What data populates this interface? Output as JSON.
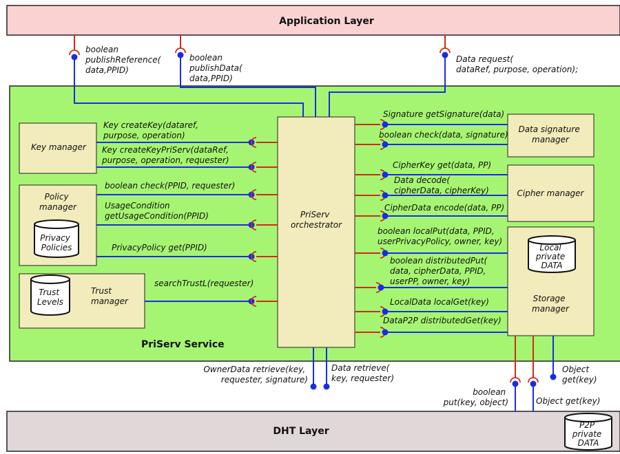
{
  "layers": {
    "application": "Application Layer",
    "dht": "DHT Layer",
    "service": "PriServ  Service"
  },
  "components": {
    "orchestrator": [
      "PriServ",
      "orchestrator"
    ],
    "key_manager": "Key manager",
    "policy_manager": [
      "Policy",
      "manager"
    ],
    "privacy_policies": [
      "Privacy",
      "Policies"
    ],
    "trust_manager": [
      "Trust",
      "manager"
    ],
    "trust_levels": [
      "Trust",
      "Levels"
    ],
    "data_signature_manager": [
      "Data signature",
      "manager"
    ],
    "cipher_manager": "Cipher manager",
    "storage_manager": [
      "Storage",
      "manager"
    ],
    "local_private_data": [
      "Local",
      "private",
      "DATA"
    ],
    "p2p_private_data": [
      "P2P",
      "private",
      "DATA"
    ]
  },
  "interfaces": {
    "app_publish_reference": [
      "boolean",
      "publishReference(",
      "data,PPID)"
    ],
    "app_publish_data": [
      "boolean",
      "publishData(",
      "data,PPID)"
    ],
    "app_data_request": [
      "Data request(",
      "dataRef, purpose, operation);"
    ],
    "create_key": [
      "Key createKey(dataref,",
      "purpose, operation)"
    ],
    "create_key_priserv": [
      "Key createKeyPriServ(dataRef,",
      "purpose, operation, requester)"
    ],
    "policy_check": "boolean check(PPID, requester)",
    "get_usage_condition": [
      "UsageCondition",
      "getUsageCondition(PPID)"
    ],
    "privacy_policy_get": "PrivacyPolicy get(PPID)",
    "search_trust": "searchTrustL(requester)",
    "get_signature": "Signature getSignature(data)",
    "signature_check": "boolean check(data, signature)",
    "cipher_key_get": "CipherKey get(data, PP)",
    "data_decode": [
      "Data decode(",
      "cipherData, cipherKey)"
    ],
    "cipher_encode": "CipherData encode(data, PP)",
    "local_put": [
      "boolean localPut(data, PPID,",
      "userPrivacyPolicy, owner, key)"
    ],
    "distributed_put": [
      "boolean distributedPut(",
      "data, cipherData, PPID,",
      "userPP, owner, key)"
    ],
    "local_get": "LocalData localGet(key)",
    "distributed_get": "DataP2P distributedGet(key)",
    "owner_retrieve": [
      "OwnerData retrieve(key,",
      "requester, signature)"
    ],
    "data_retrieve": [
      "Data retrieve(",
      "key,  requester)"
    ],
    "dht_put": [
      "boolean",
      "put(key, object)"
    ],
    "dht_object_get": "Object get(key)",
    "object_get": [
      "Object",
      "get(key)"
    ]
  },
  "colors": {
    "application_layer": "#fbd2d2",
    "service_area": "#a6f572",
    "dht_layer": "#e0d8d8",
    "component": "#f2ebbb",
    "provided_link": "#1a2be8",
    "required_link": "#d02a1a"
  }
}
